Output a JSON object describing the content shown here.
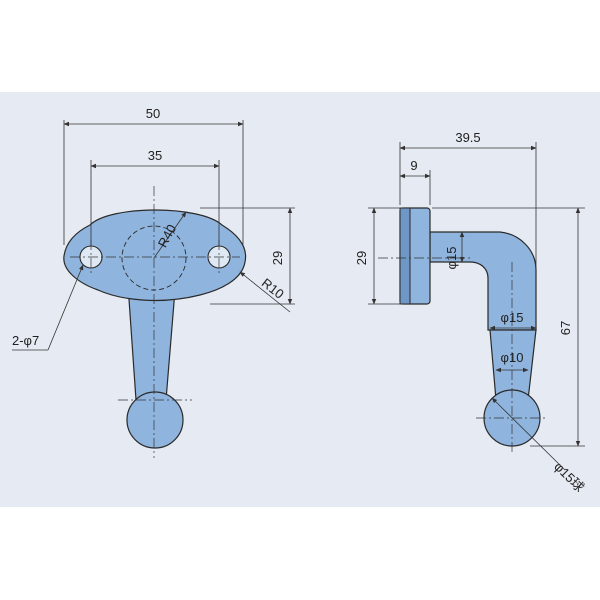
{
  "colors": {
    "sheet": "#e6eaf2",
    "part_fill": "#8fb4dd",
    "line": "#333333"
  },
  "front_view": {
    "dim_width_overall": "50",
    "dim_hole_spacing": "35",
    "dim_height": "29",
    "dim_center_radius": "R40",
    "dim_end_radius": "R10",
    "dim_holes": "2-φ7"
  },
  "side_view": {
    "dim_depth_overall": "39.5",
    "dim_flange": "9",
    "dim_height": "29",
    "dim_neck_dia": "φ15",
    "dim_arm_dia": "φ15",
    "dim_lower_dia": "φ10",
    "dim_total_height": "67",
    "dim_ball": "φ15球"
  }
}
